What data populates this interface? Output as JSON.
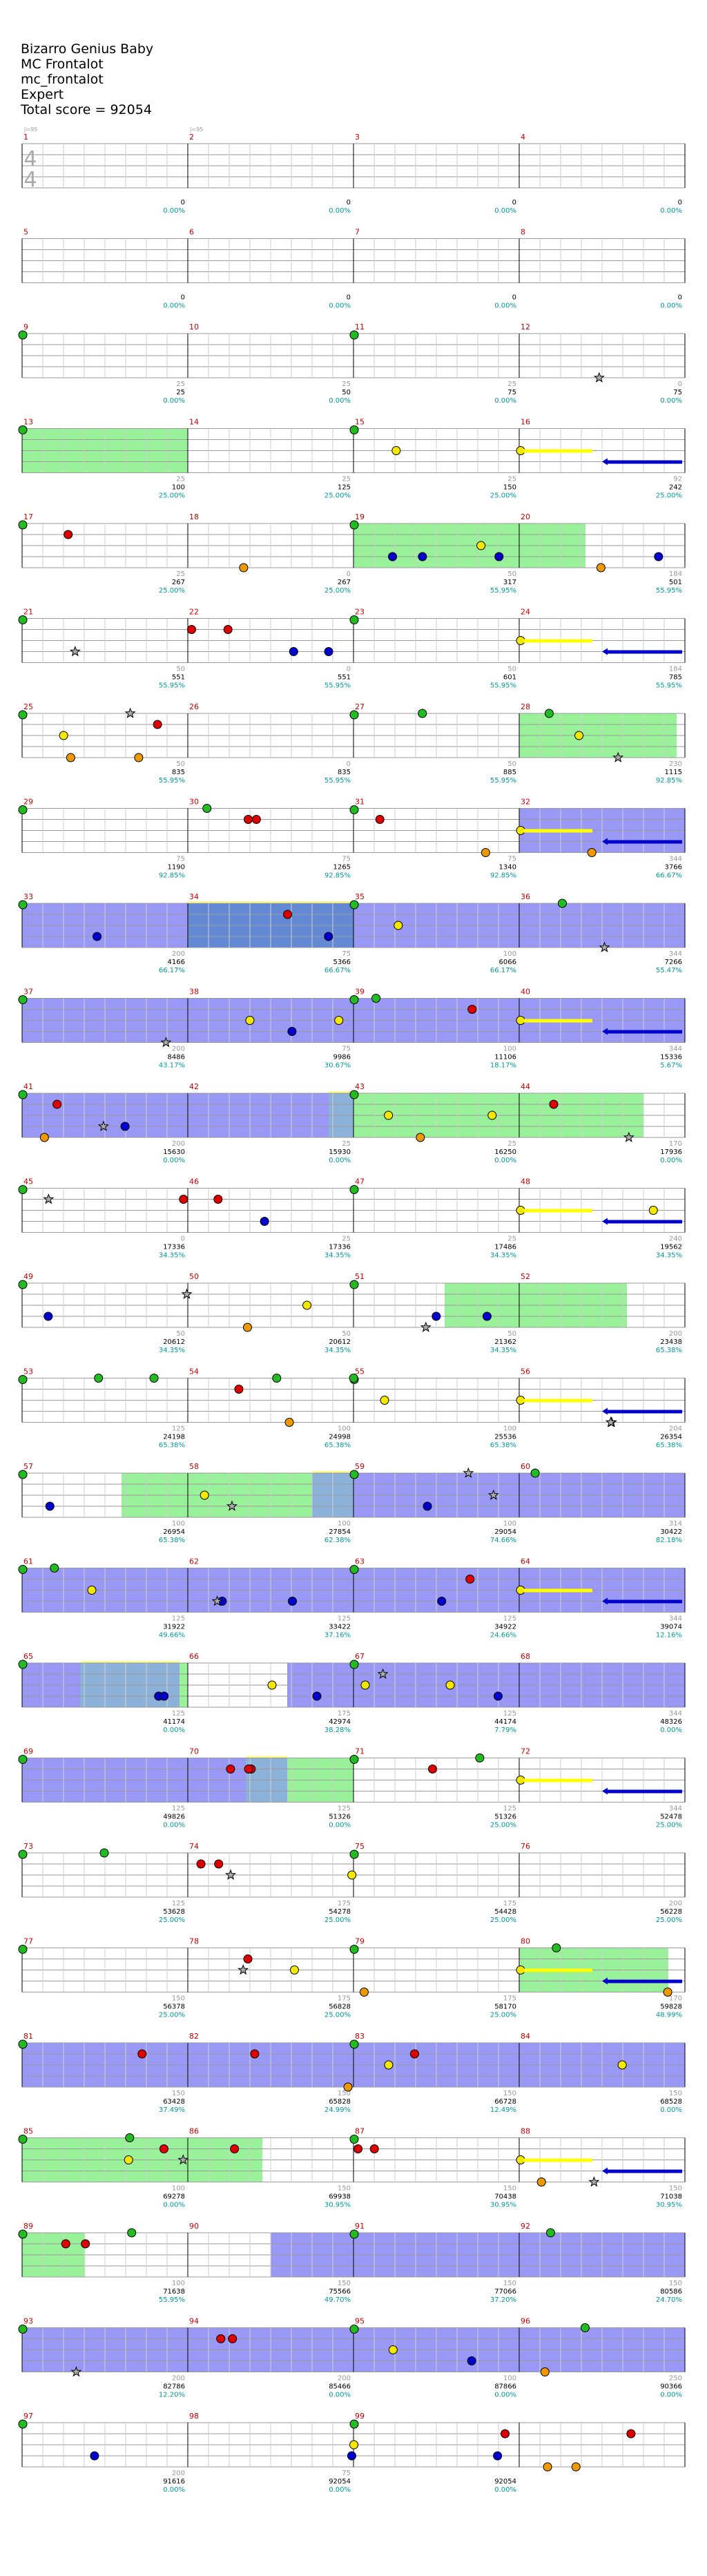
{
  "song": {
    "title": "Bizarro Genius Baby",
    "artist": "MC Frontalot",
    "charter": "mc_frontalot",
    "difficulty": "Expert",
    "total_score_label": "Total score = 92054"
  },
  "time_signature": {
    "numerator": "4",
    "denominator": "4"
  },
  "tempo_markers": [
    "J=95",
    "J=95"
  ],
  "colors": {
    "red": "#dd0000",
    "green": "#22bb22",
    "yellow": "#f5e800",
    "blue": "#0000cc",
    "orange": "#ee9900",
    "star_fill": "#aaaaaa",
    "overdrive_blue": "#5555ee",
    "green_region": "#77ee77",
    "sustain_yellow": "#ffff00",
    "sustain_blue": "#0000cc",
    "measure_red": "#cc0000",
    "score_black": "#000000",
    "multiplier_teal": "#009999",
    "grey": "#999999"
  },
  "rows": [
    {
      "measures": [
        "1",
        "2",
        "3",
        "4"
      ],
      "ticks": [
        "",
        "",
        "",
        ""
      ],
      "scores": [
        "0",
        "0",
        "0",
        "0"
      ],
      "percents": [
        "0.00%",
        "0.00%",
        "0.00%",
        "0.00%"
      ],
      "hl": []
    },
    {
      "measures": [
        "5",
        "6",
        "7",
        "8"
      ],
      "ticks": [
        "",
        "",
        "",
        ""
      ],
      "scores": [
        "0",
        "0",
        "0",
        "0"
      ],
      "percents": [
        "0.00%",
        "0.00%",
        "0.00%",
        "0.00%"
      ],
      "hl": []
    },
    {
      "measures": [
        "9",
        "10",
        "11",
        "12"
      ],
      "ticks": [
        "25",
        "25",
        "25",
        "0"
      ],
      "scores": [
        "25",
        "50",
        "75",
        "75"
      ],
      "percents": [
        "0.00%",
        "0.00%",
        "0.00%",
        "0.00%"
      ],
      "hl": []
    },
    {
      "measures": [
        "13",
        "14",
        "15",
        "16"
      ],
      "ticks": [
        "25",
        "25",
        "25",
        "92"
      ],
      "scores": [
        "100",
        "125",
        "150",
        "242"
      ],
      "percents": [
        "25.00%",
        "25.00%",
        "25.00%",
        "25.00%"
      ],
      "hl": [
        [
          0,
          1,
          "g"
        ]
      ]
    },
    {
      "measures": [
        "17",
        "18",
        "19",
        "20"
      ],
      "ticks": [
        "25",
        "0",
        "50",
        "184"
      ],
      "scores": [
        "267",
        "267",
        "317",
        "501"
      ],
      "percents": [
        "25.00%",
        "25.00%",
        "55.95%",
        "55.95%"
      ],
      "hl": [
        [
          2,
          3.4,
          "g"
        ]
      ]
    },
    {
      "measures": [
        "21",
        "22",
        "23",
        "24"
      ],
      "ticks": [
        "50",
        "0",
        "50",
        "184"
      ],
      "scores": [
        "551",
        "551",
        "601",
        "785"
      ],
      "percents": [
        "55.95%",
        "55.95%",
        "55.95%",
        "55.95%"
      ],
      "hl": []
    },
    {
      "measures": [
        "25",
        "26",
        "27",
        "28"
      ],
      "ticks": [
        "50",
        "0",
        "50",
        "230"
      ],
      "scores": [
        "835",
        "835",
        "885",
        "1115"
      ],
      "percents": [
        "55.95%",
        "55.95%",
        "55.95%",
        "92.85%"
      ],
      "hl": [
        [
          3,
          3.95,
          "g"
        ]
      ]
    },
    {
      "measures": [
        "29",
        "30",
        "31",
        "32"
      ],
      "ticks": [
        "75",
        "75",
        "75",
        "344"
      ],
      "scores": [
        "1190",
        "1265",
        "1340",
        "3766"
      ],
      "percents": [
        "92.85%",
        "92.85%",
        "92.85%",
        "66.67%"
      ],
      "hl": [
        [
          3,
          4,
          "b"
        ]
      ]
    },
    {
      "measures": [
        "33",
        "34",
        "35",
        "36"
      ],
      "ticks": [
        "200",
        "75",
        "100",
        "344"
      ],
      "scores": [
        "4166",
        "5366",
        "6066",
        "7266"
      ],
      "percents": [
        "66.17%",
        "66.67%",
        "66.17%",
        "55.47%"
      ],
      "hl": [
        [
          0,
          4,
          "b"
        ],
        [
          1,
          2,
          "o"
        ]
      ]
    },
    {
      "measures": [
        "37",
        "38",
        "39",
        "40"
      ],
      "ticks": [
        "200",
        "75",
        "100",
        "344"
      ],
      "scores": [
        "8486",
        "9986",
        "11106",
        "15336"
      ],
      "percents": [
        "43.17%",
        "30.67%",
        "18.17%",
        "5.67%"
      ],
      "hl": [
        [
          0,
          4,
          "b"
        ]
      ]
    },
    {
      "measures": [
        "41",
        "42",
        "43",
        "44"
      ],
      "ticks": [
        "200",
        "25",
        "25",
        "170"
      ],
      "scores": [
        "15630",
        "15930",
        "16250",
        "17936"
      ],
      "percents": [
        "0.00%",
        "0.00%",
        "0.00%",
        "0.00%"
      ],
      "hl": [
        [
          0,
          1.85,
          "b"
        ],
        [
          1.85,
          2,
          "o"
        ],
        [
          2,
          3.75,
          "g"
        ]
      ]
    },
    {
      "measures": [
        "45",
        "46",
        "47",
        "48"
      ],
      "ticks": [
        "0",
        "25",
        "25",
        "240"
      ],
      "scores": [
        "17336",
        "17336",
        "17486",
        "19562"
      ],
      "percents": [
        "34.35%",
        "34.35%",
        "34.35%",
        "34.35%"
      ],
      "hl": []
    },
    {
      "measures": [
        "49",
        "50",
        "51",
        "52"
      ],
      "ticks": [
        "50",
        "50",
        "50",
        "200"
      ],
      "scores": [
        "20612",
        "20612",
        "21362",
        "23438"
      ],
      "percents": [
        "34.35%",
        "34.35%",
        "34.35%",
        "65.38%"
      ],
      "hl": [
        [
          2.55,
          3.65,
          "g"
        ]
      ]
    },
    {
      "measures": [
        "53",
        "54",
        "55",
        "56"
      ],
      "ticks": [
        "125",
        "100",
        "100",
        "204"
      ],
      "scores": [
        "24198",
        "24998",
        "25536",
        "26354"
      ],
      "percents": [
        "65.38%",
        "65.38%",
        "65.38%",
        "65.38%"
      ],
      "hl": []
    },
    {
      "measures": [
        "57",
        "58",
        "59",
        "60"
      ],
      "ticks": [
        "100",
        "100",
        "100",
        "314"
      ],
      "scores": [
        "26954",
        "27854",
        "29054",
        "30422"
      ],
      "percents": [
        "65.38%",
        "62.38%",
        "74.66%",
        "82.18%"
      ],
      "hl": [
        [
          0.6,
          1.75,
          "g"
        ],
        [
          1.75,
          2,
          "o"
        ],
        [
          2,
          4,
          "b"
        ]
      ]
    },
    {
      "measures": [
        "61",
        "62",
        "63",
        "64"
      ],
      "ticks": [
        "125",
        "125",
        "125",
        "344"
      ],
      "scores": [
        "31922",
        "33422",
        "34922",
        "39074"
      ],
      "percents": [
        "49.66%",
        "37.16%",
        "24.66%",
        "12.16%"
      ],
      "hl": [
        [
          0,
          4,
          "b"
        ]
      ]
    },
    {
      "measures": [
        "65",
        "66",
        "67",
        "68"
      ],
      "ticks": [
        "125",
        "175",
        "125",
        "344"
      ],
      "scores": [
        "41174",
        "42974",
        "44174",
        "48326"
      ],
      "percents": [
        "0.00%",
        "38.28%",
        "7.79%",
        "0.00%"
      ],
      "hl": [
        [
          0,
          0.35,
          "b"
        ],
        [
          0.35,
          0.95,
          "o"
        ],
        [
          0.95,
          1,
          "g"
        ],
        [
          1.6,
          4,
          "b"
        ]
      ]
    },
    {
      "measures": [
        "69",
        "70",
        "71",
        "72"
      ],
      "ticks": [
        "125",
        "125",
        "125",
        "344"
      ],
      "scores": [
        "49826",
        "51326",
        "51326",
        "52478"
      ],
      "percents": [
        "0.00%",
        "0.00%",
        "25.00%",
        "25.00%"
      ],
      "hl": [
        [
          0,
          1.35,
          "b"
        ],
        [
          1.35,
          1.6,
          "o"
        ],
        [
          1.6,
          2,
          "g"
        ]
      ]
    },
    {
      "measures": [
        "73",
        "74",
        "75",
        "76"
      ],
      "ticks": [
        "125",
        "175",
        "175",
        "200"
      ],
      "scores": [
        "53628",
        "54278",
        "54428",
        "56228"
      ],
      "percents": [
        "25.00%",
        "25.00%",
        "25.00%",
        "25.00%"
      ],
      "hl": []
    },
    {
      "measures": [
        "77",
        "78",
        "79",
        "80"
      ],
      "ticks": [
        "150",
        "175",
        "175",
        "170"
      ],
      "scores": [
        "56378",
        "56828",
        "58170",
        "59828"
      ],
      "percents": [
        "25.00%",
        "25.00%",
        "25.00%",
        "48.99%"
      ],
      "hl": [
        [
          3,
          3.9,
          "g"
        ]
      ]
    },
    {
      "measures": [
        "81",
        "82",
        "83",
        "84"
      ],
      "ticks": [
        "150",
        "150",
        "150",
        "150"
      ],
      "scores": [
        "63428",
        "65828",
        "66728",
        "68528"
      ],
      "percents": [
        "37.49%",
        "24.99%",
        "12.49%",
        "0.00%"
      ],
      "hl": [
        [
          0,
          4,
          "b"
        ]
      ]
    },
    {
      "measures": [
        "85",
        "86",
        "87",
        "88"
      ],
      "ticks": [
        "100",
        "150",
        "150",
        "150"
      ],
      "scores": [
        "69278",
        "69938",
        "70438",
        "71038"
      ],
      "percents": [
        "0.00%",
        "30.95%",
        "30.95%",
        "30.95%"
      ],
      "hl": [
        [
          0,
          1.45,
          "g"
        ]
      ]
    },
    {
      "measures": [
        "89",
        "90",
        "91",
        "92"
      ],
      "ticks": [
        "100",
        "150",
        "150",
        "150"
      ],
      "scores": [
        "71638",
        "75566",
        "77066",
        "80586"
      ],
      "percents": [
        "55.95%",
        "49.70%",
        "37.20%",
        "24.70%"
      ],
      "hl": [
        [
          0,
          0.38,
          "g"
        ],
        [
          1.5,
          4,
          "b"
        ]
      ]
    },
    {
      "measures": [
        "93",
        "94",
        "95",
        "96"
      ],
      "ticks": [
        "200",
        "200",
        "100",
        "250"
      ],
      "scores": [
        "82786",
        "85466",
        "87866",
        "90366"
      ],
      "percents": [
        "12.20%",
        "0.00%",
        "0.00%",
        "0.00%"
      ],
      "hl": [
        [
          0,
          4,
          "b"
        ]
      ]
    },
    {
      "measures": [
        "97",
        "98",
        "99",
        ""
      ],
      "ticks": [
        "200",
        "75",
        "",
        ""
      ],
      "scores": [
        "91616",
        "92054",
        "92054",
        ""
      ],
      "percents": [
        "0.00%",
        "0.00%",
        "0.00%",
        ""
      ],
      "hl": []
    }
  ]
}
